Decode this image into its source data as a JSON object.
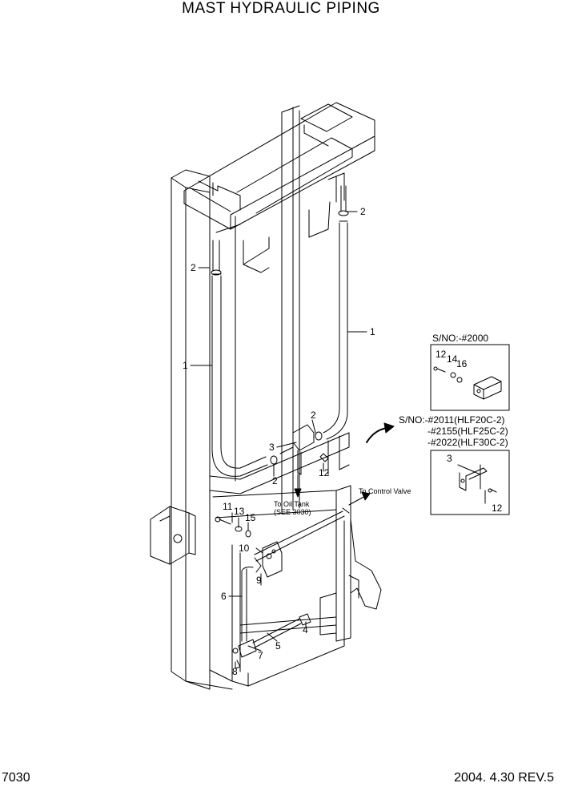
{
  "title": "MAST HYDRAULIC PIPING",
  "page_number": "7030",
  "revision": "2004. 4.30 REV.5",
  "notes": {
    "to_oil_tank_1": "To Oil Tank",
    "to_oil_tank_2": "(SEE 3030)",
    "to_control_valve": "To Control Valve"
  },
  "inset_a": {
    "label": "S/NO:-#2000",
    "callouts": [
      "12",
      "14",
      "16"
    ]
  },
  "inset_b": {
    "label_1": "S/NO:-#2011(HLF20C-2)",
    "label_2": "-#2155(HLF25C-2)",
    "label_3": "-#2022(HLF30C-2)",
    "callouts": [
      "3",
      "12"
    ]
  },
  "callouts": {
    "c1_left": "1",
    "c1_right": "1",
    "c2_top_right": "2",
    "c2_left": "2",
    "c2_mid_right": "2",
    "c2_bottom": "2",
    "c3": "3",
    "c12": "12",
    "c11": "11",
    "c13": "13",
    "c15": "15",
    "c10": "10",
    "c9": "9",
    "c6": "6",
    "c4": "4",
    "c5": "5",
    "c7": "7",
    "c8": "8"
  }
}
